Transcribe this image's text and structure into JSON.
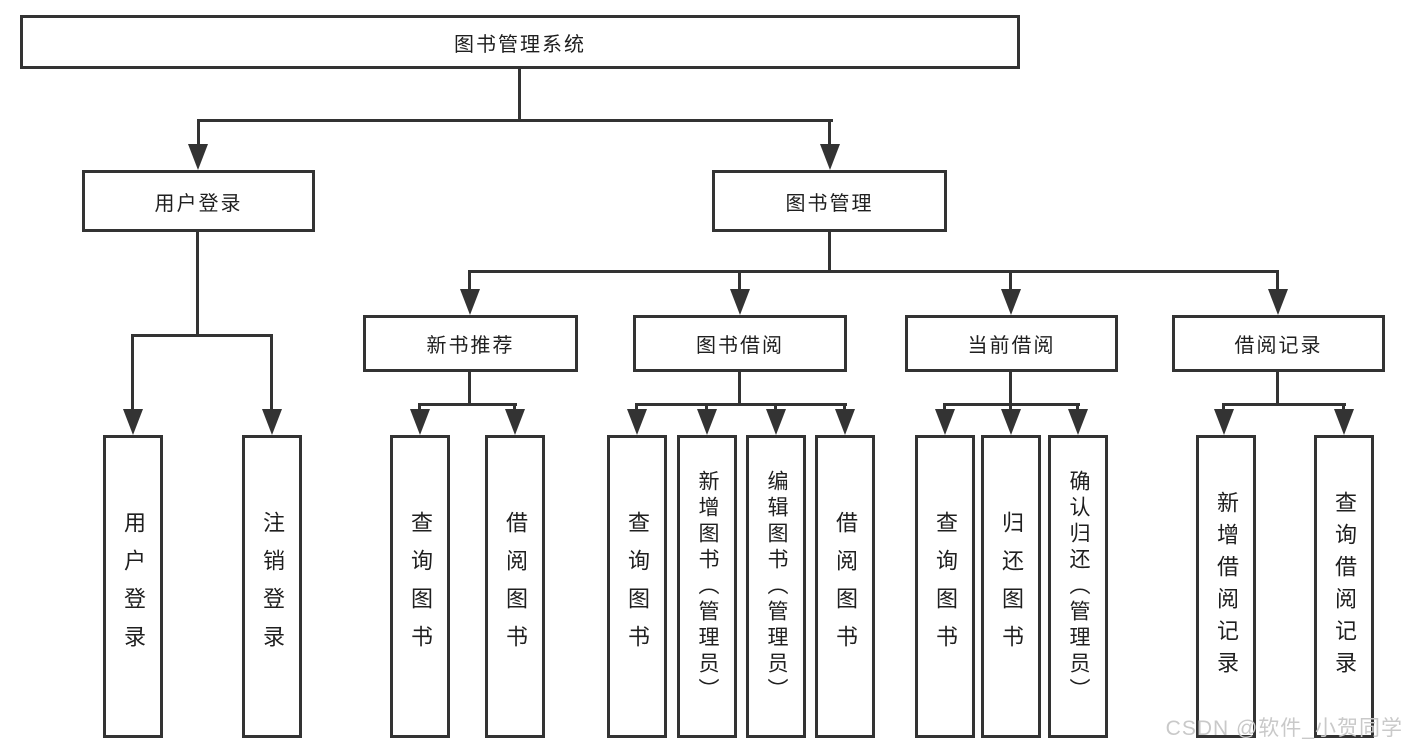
{
  "diagram": {
    "root": {
      "label": "图书管理系统",
      "children": [
        {
          "label": "用户登录",
          "children": [
            {
              "label": "用户登录"
            },
            {
              "label": "注销登录"
            }
          ]
        },
        {
          "label": "图书管理",
          "children": [
            {
              "label": "新书推荐",
              "children": [
                {
                  "label": "查询图书"
                },
                {
                  "label": "借阅图书"
                }
              ]
            },
            {
              "label": "图书借阅",
              "children": [
                {
                  "label": "查询图书"
                },
                {
                  "label": "新增图书（管理员）"
                },
                {
                  "label": "编辑图书（管理员）"
                },
                {
                  "label": "借阅图书"
                }
              ]
            },
            {
              "label": "当前借阅",
              "children": [
                {
                  "label": "查询图书"
                },
                {
                  "label": "归还图书"
                },
                {
                  "label": "确认归还（管理员）"
                }
              ]
            },
            {
              "label": "借阅记录",
              "children": [
                {
                  "label": "新增借阅记录"
                },
                {
                  "label": "查询借阅记录"
                }
              ]
            }
          ]
        }
      ]
    }
  },
  "watermark": {
    "text": "CSDN @软件_小贺同学"
  },
  "colors": {
    "line": "#333333",
    "text": "#1f1f1f",
    "watermark": "#c9c9c9",
    "background": "#ffffff"
  }
}
